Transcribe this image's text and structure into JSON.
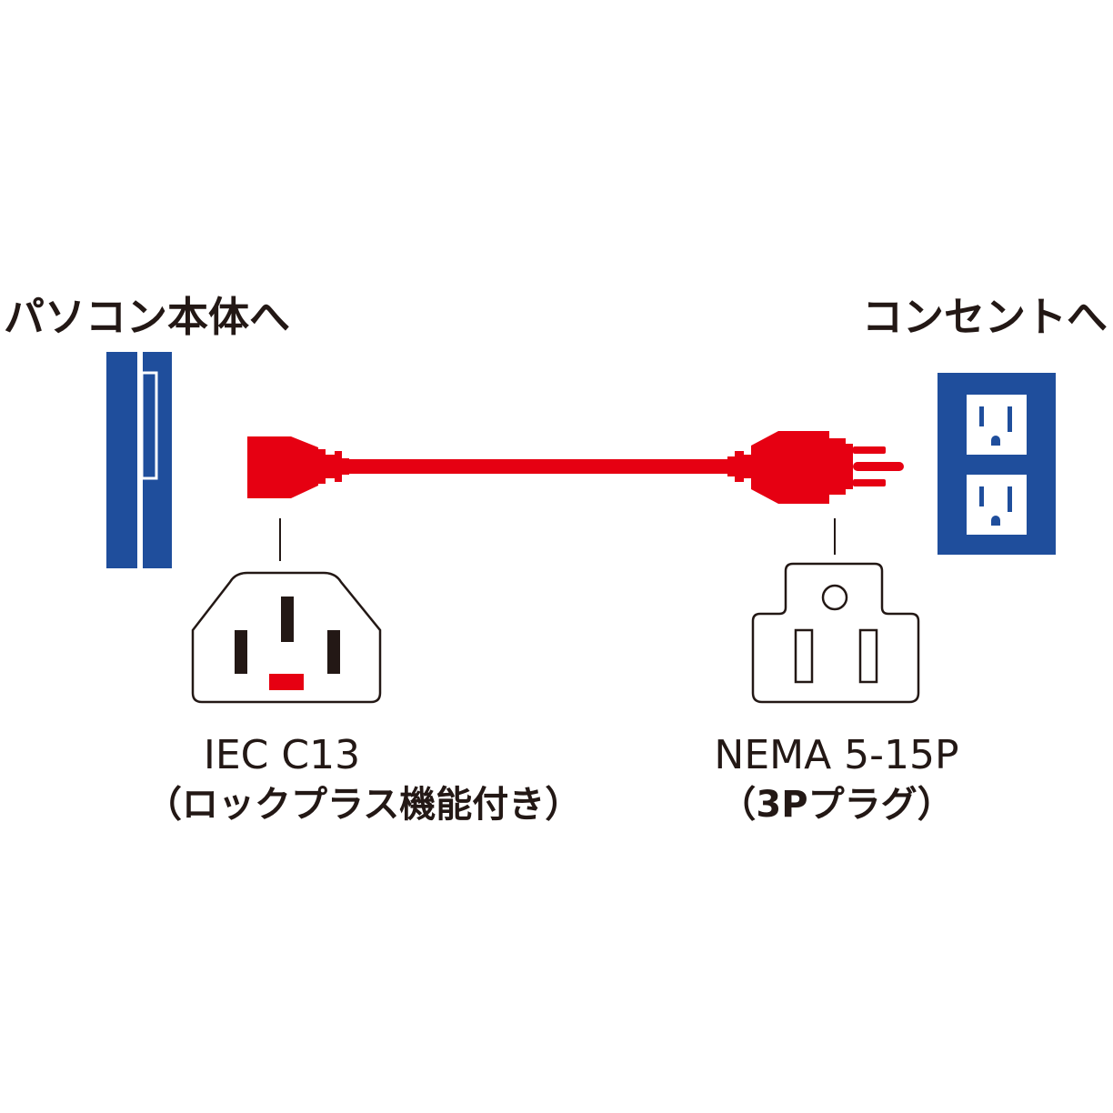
{
  "labels": {
    "pc_side": "パソコン本体へ",
    "outlet_side": "コンセントへ"
  },
  "connectors": {
    "left": {
      "name": "IEC C13",
      "note": "（ロックプラス機能付き）"
    },
    "right": {
      "name": "NEMA 5-15P",
      "note": "（3Pプラグ）"
    }
  },
  "colors": {
    "cable": "#e60012",
    "device_blue": "#1f4e9c",
    "device_blue_dark": "#163a80",
    "outline": "#231815"
  }
}
